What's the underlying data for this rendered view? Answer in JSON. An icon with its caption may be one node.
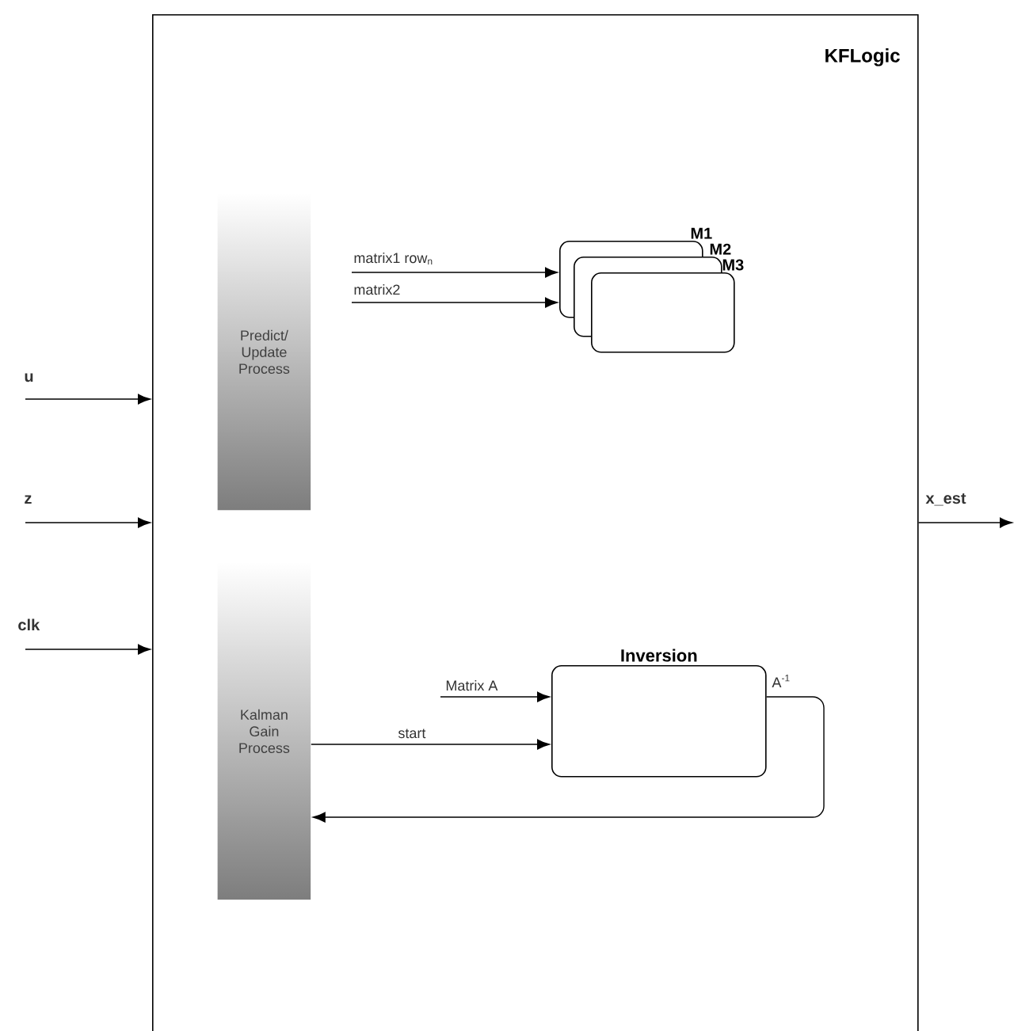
{
  "diagram": {
    "nodes": [
      {
        "text": [
          "KFLogic"
        ]
      },
      {
        "text": [
          "Predict/ Update Process"
        ],
        "in": 0
      },
      {
        "text": [
          "M1"
        ],
        "in": 0
      },
      {
        "text": [
          "M2"
        ],
        "in": 0
      },
      {
        "text": [
          "M3"
        ],
        "in": 0
      },
      {
        "text": [
          "Kalman Gain Process"
        ],
        "in": 0
      },
      {
        "text": [
          "Inversion"
        ],
        "in": 0
      }
    ],
    "edges": [
      {
        "from": null,
        "to": 0,
        "arrow": "to",
        "label": "u"
      },
      {
        "from": null,
        "to": 0,
        "arrow": "to",
        "label": "z"
      },
      {
        "from": null,
        "to": 0,
        "arrow": "to",
        "label": "clk"
      },
      {
        "from": 0,
        "to": null,
        "arrow": "to",
        "label": "x_est"
      },
      {
        "from": null,
        "to": 2,
        "arrow": "to",
        "label": "matrix1 row$_{n}$"
      },
      {
        "from": null,
        "to": 2,
        "arrow": "to",
        "label": "matrix2"
      },
      {
        "from": null,
        "to": 6,
        "arrow": "to",
        "label": "Matrix A"
      },
      {
        "from": 5,
        "to": 6,
        "arrow": "to",
        "label": "start"
      },
      {
        "from": 6,
        "to": 5,
        "arrow": "to",
        "label": "A$^{-1}$"
      }
    ]
  }
}
